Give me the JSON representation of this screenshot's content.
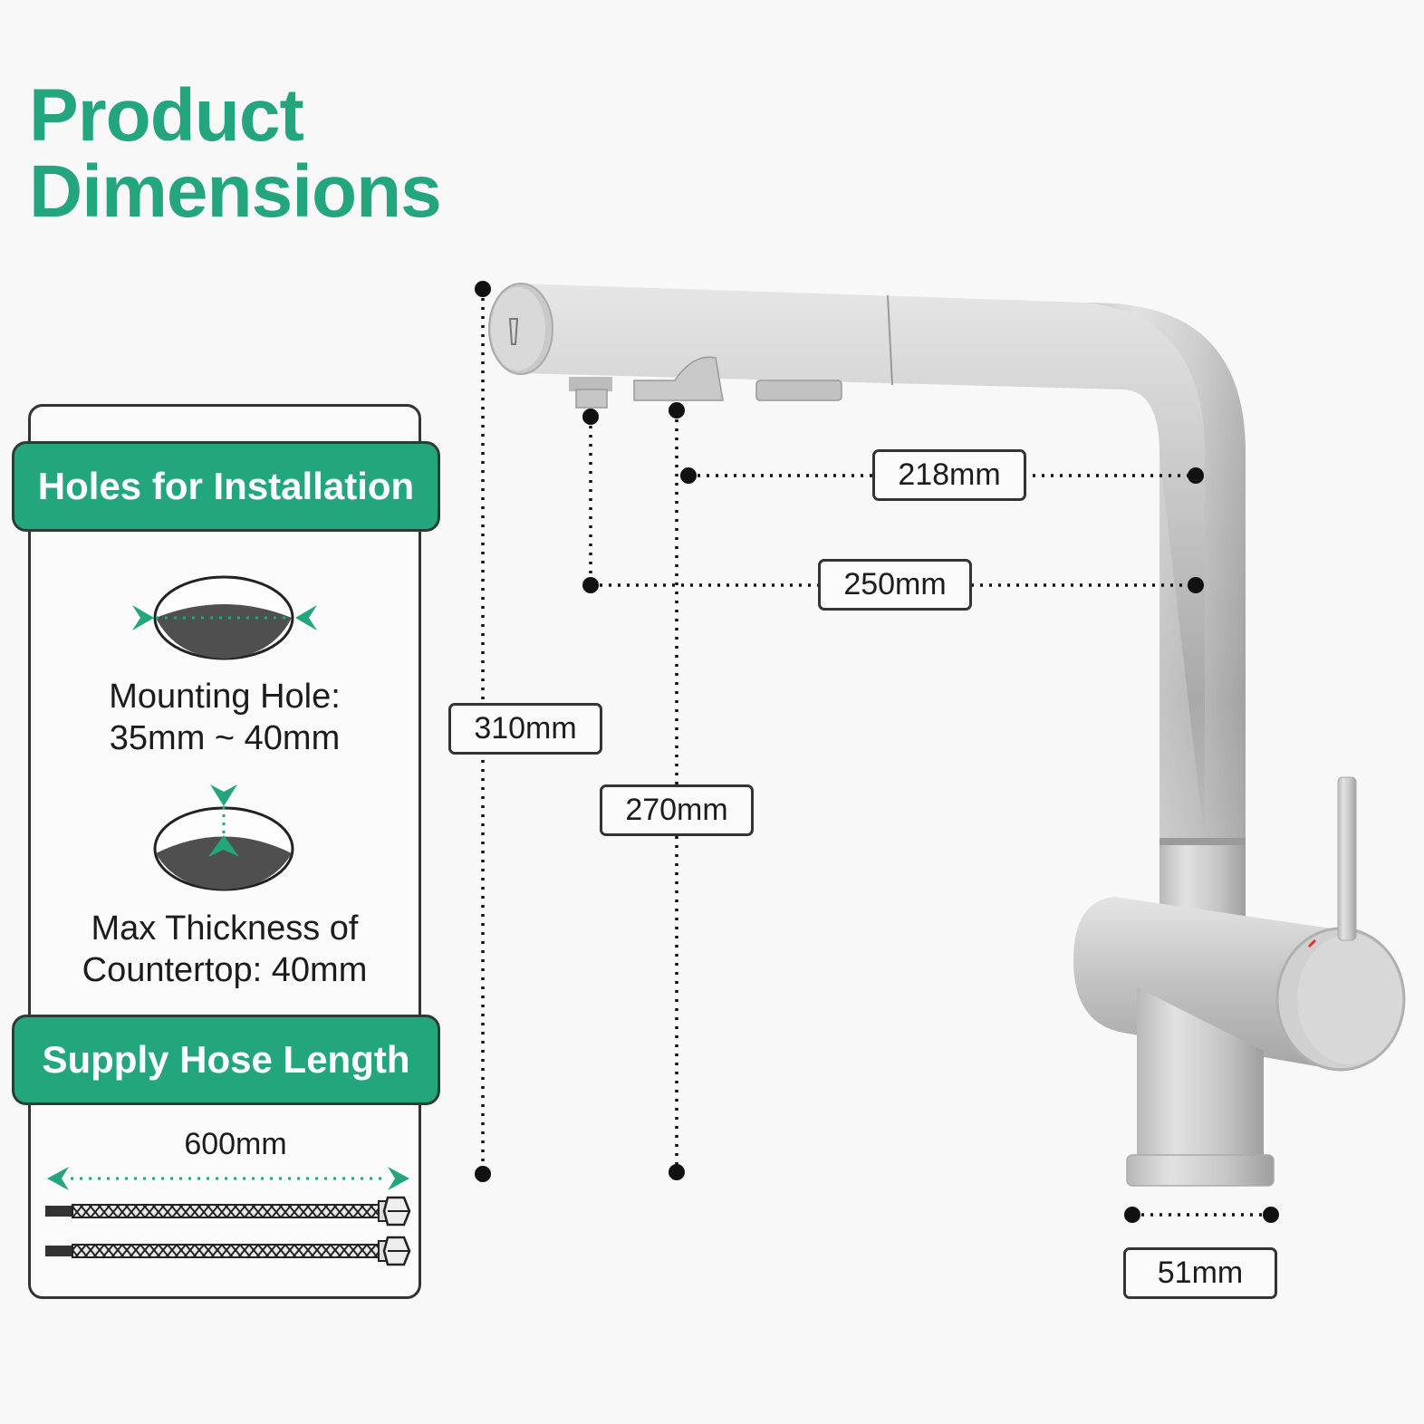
{
  "title": {
    "line1": "Product",
    "line2": "Dimensions"
  },
  "colors": {
    "accent": "#23a57e",
    "ink": "#1c1c1c",
    "metal": "#c7c7c7"
  },
  "installation": {
    "heading": "Holes for Installation",
    "mounting_hole_line1": "Mounting Hole:",
    "mounting_hole_line2": "35mm ~ 40mm",
    "thickness_line1": "Max Thickness of",
    "thickness_line2": "Countertop: 40mm"
  },
  "supply_hose": {
    "heading": "Supply Hose Length",
    "length": "600mm"
  },
  "dimensions": {
    "spout_reach_inner": "218mm",
    "spout_reach_outer": "250mm",
    "total_height": "310mm",
    "outlet_height": "270mm",
    "base_diameter": "51mm"
  }
}
